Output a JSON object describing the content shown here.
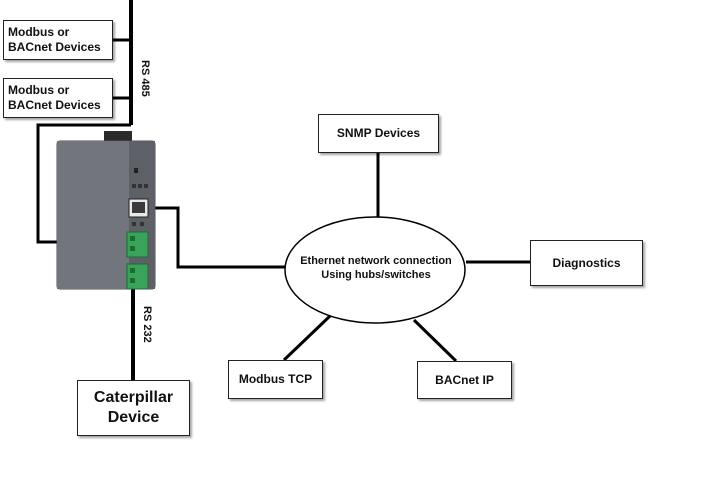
{
  "boxes": {
    "modbus_top": "Modbus or\nBACnet Devices",
    "modbus_mid": "Modbus or\nBACnet Devices",
    "snmp": "SNMP Devices",
    "diagnostics": "Diagnostics",
    "modbus_tcp": "Modbus TCP",
    "bacnet_ip": "BACnet IP",
    "caterpillar": "Caterpillar\nDevice"
  },
  "ellipse": {
    "label": "Ethernet network connection\nUsing hubs/switches"
  },
  "line_labels": {
    "rs485": "RS 485",
    "rs232": "RS 232"
  },
  "colors": {
    "wire": "#000000",
    "device_body": "#6b6e75",
    "terminal_green": "#3aa35a"
  }
}
